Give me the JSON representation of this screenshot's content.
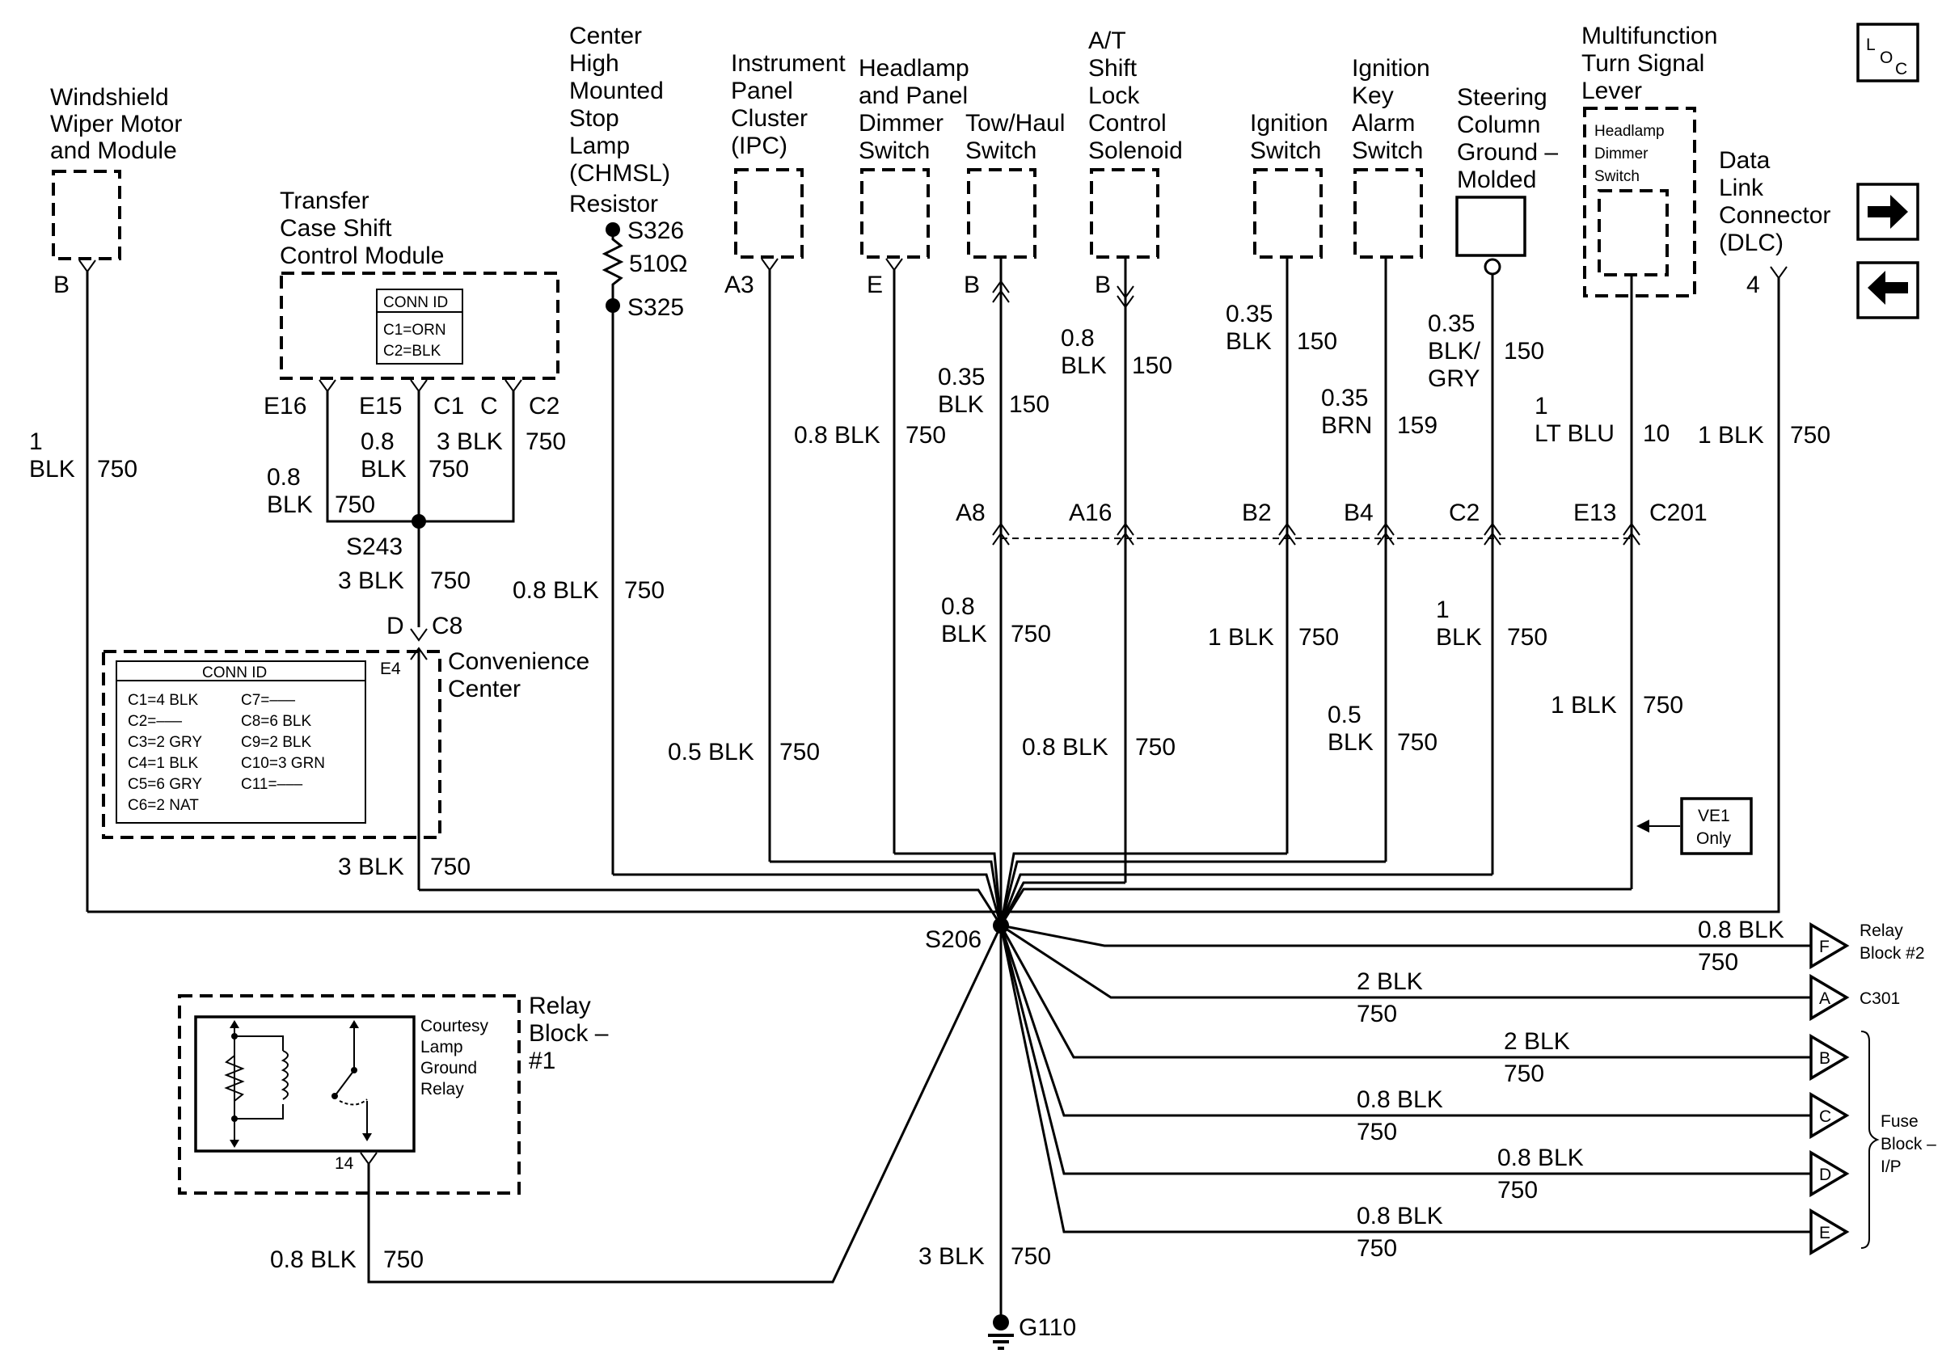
{
  "components": {
    "wiper": [
      "Windshield",
      "Wiper Motor",
      "and Module"
    ],
    "transfer": [
      "Transfer",
      "Case Shift",
      "Control Module"
    ],
    "chmsl": [
      "Center",
      "High",
      "Mounted",
      "Stop",
      "Lamp",
      "(CHMSL)",
      "Resistor"
    ],
    "ipc": [
      "Instrument",
      "Panel",
      "Cluster",
      "(IPC)"
    ],
    "headlamp_panel": [
      "Headlamp",
      "and Panel",
      "Dimmer",
      "Switch"
    ],
    "tow_haul": [
      "Tow/Haul",
      "Switch"
    ],
    "at_shift": [
      "A/T",
      "Shift",
      "Lock",
      "Control",
      "Solenoid"
    ],
    "ignition_switch": [
      "Ignition",
      "Switch"
    ],
    "ignition_key": [
      "Ignition",
      "Key",
      "Alarm",
      "Switch"
    ],
    "steering": [
      "Steering",
      "Column",
      "Ground –",
      "Molded"
    ],
    "multifunction": [
      "Multifunction",
      "Turn Signal",
      "Lever"
    ],
    "headlamp_dimmer_inner": [
      "Headlamp",
      "Dimmer",
      "Switch"
    ],
    "dlc": [
      "Data",
      "Link",
      "Connector",
      "(DLC)"
    ],
    "convenience": [
      "Convenience",
      "Center"
    ],
    "relay_block1": [
      "Relay",
      "Block –",
      "#1"
    ],
    "courtesy_relay": [
      "Courtesy",
      "Lamp",
      "Ground",
      "Relay"
    ],
    "relay_block2": [
      "Relay",
      "Block #2"
    ],
    "c301": "C301",
    "fuse_block": [
      "Fuse",
      "Block –",
      "I/P"
    ],
    "ve1": [
      "VE1",
      "Only"
    ]
  },
  "conn_id_transfer": {
    "title": "CONN ID",
    "rows": [
      "C1=ORN",
      "C2=BLK"
    ]
  },
  "conn_id_convenience": {
    "title": "CONN ID",
    "left": [
      "C1=4 BLK",
      "C2=–––",
      "C3=2 GRY",
      "C4=1 BLK",
      "C5=6 GRY",
      "C6=2 NAT"
    ],
    "right": [
      "C7=–––",
      "C8=6 BLK",
      "C9=2 BLK",
      "C10=3 GRN",
      "C11=–––"
    ]
  },
  "pins": {
    "wiper": "B",
    "transfer_e16": "E16",
    "transfer_e15": "E15",
    "transfer_c1": "C1",
    "transfer_c": "C",
    "transfer_c2": "C2",
    "ipc": "A3",
    "headlamp": "E",
    "tow": "B",
    "at_shift": "B",
    "dlc": "4",
    "conv_d": "D",
    "conv_c8": "C8",
    "conv_e4": "E4",
    "relay14": "14",
    "c201_a8": "A8",
    "c201_a16": "A16",
    "c201_b2": "B2",
    "c201_b4": "B4",
    "c201_c2": "C2",
    "c201_e13": "E13",
    "c201": "C201",
    "out_f": "F",
    "out_a": "A",
    "out_b": "B",
    "out_c": "C",
    "out_d": "D",
    "out_e": "E"
  },
  "splices": {
    "s326": "S326",
    "s325": "S325",
    "resistor": "510Ω",
    "s243": "S243",
    "s206": "S206",
    "g110": "G110"
  },
  "wires": {
    "wiper": [
      "1",
      "BLK",
      "750"
    ],
    "e16": [
      "0.8",
      "BLK",
      "750"
    ],
    "e15": [
      "0.8",
      "BLK",
      "750"
    ],
    "c1": [
      "3 BLK",
      "750"
    ],
    "s243": [
      "3 BLK",
      "750"
    ],
    "conv_out": [
      "3 BLK",
      "750"
    ],
    "chmsl": [
      "0.8 BLK",
      "750"
    ],
    "ipc": [
      "0.5 BLK",
      "750"
    ],
    "headlamp": [
      "0.8 BLK",
      "750"
    ],
    "tow_top": [
      "0.35",
      "BLK",
      "150"
    ],
    "tow_bottom": [
      "0.8",
      "BLK",
      "750"
    ],
    "at_top": [
      "0.8",
      "BLK",
      "150"
    ],
    "at_bottom": [
      "0.8 BLK",
      "750"
    ],
    "ign_top": [
      "0.35",
      "BLK",
      "150"
    ],
    "ign_bottom": [
      "1 BLK",
      "750"
    ],
    "key_top": [
      "0.35",
      "BRN",
      "159"
    ],
    "key_bottom": [
      "0.5",
      "BLK",
      "750"
    ],
    "steer_top": [
      "0.35",
      "BLK/",
      "GRY",
      "150"
    ],
    "steer_bottom": [
      "1",
      "BLK",
      "750"
    ],
    "multi_top": [
      "1",
      "LT BLU",
      "10"
    ],
    "multi_bottom": [
      "1 BLK",
      "750"
    ],
    "dlc": [
      "1 BLK",
      "750"
    ],
    "out_f": [
      "0.8 BLK",
      "750"
    ],
    "out_a": [
      "2 BLK",
      "750"
    ],
    "out_b": [
      "2 BLK",
      "750"
    ],
    "out_c": [
      "0.8 BLK",
      "750"
    ],
    "out_d": [
      "0.8 BLK",
      "750"
    ],
    "out_e": [
      "0.8 BLK",
      "750"
    ],
    "relay": [
      "0.8 BLK",
      "750"
    ],
    "ground": [
      "3 BLK",
      "750"
    ]
  },
  "nav": {
    "loc_l": "L",
    "loc_o": "O",
    "loc_c": "C",
    "next_icon": "arrow-right-icon",
    "prev_icon": "arrow-left-icon"
  }
}
